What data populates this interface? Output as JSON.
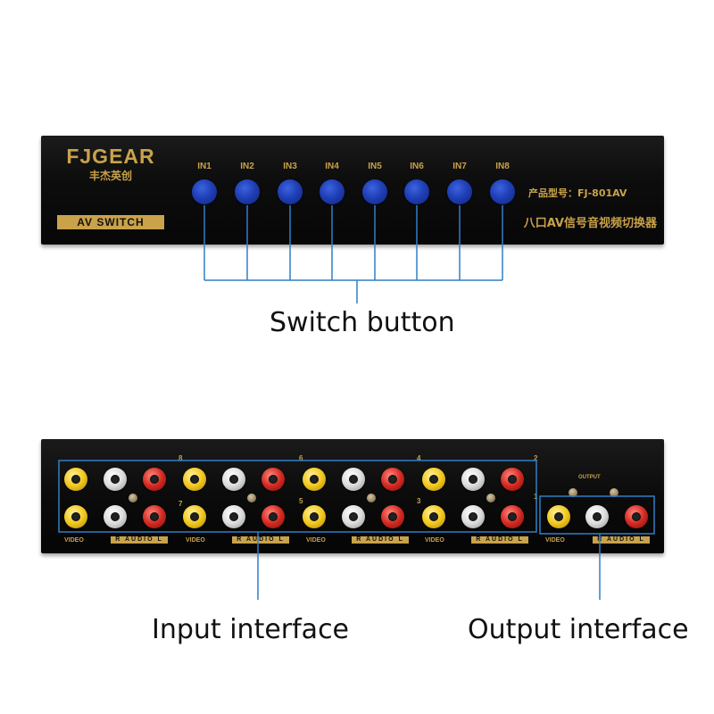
{
  "front": {
    "brand": "FJGEAR",
    "brand_cn": "丰杰英创",
    "av_switch": "AV SWITCH",
    "buttons": [
      "IN1",
      "IN2",
      "IN3",
      "IN4",
      "IN5",
      "IN6",
      "IN7",
      "IN8"
    ],
    "model_label": "产品型号：FJ-801AV",
    "subtitle_cn": "八口AV信号音视频切换器",
    "button_color": "#1f3fb6",
    "label_color": "#c9a24a"
  },
  "callouts": {
    "switch_button": "Switch button",
    "input_interface": "Input interface",
    "output_interface": "Output interface",
    "line_color": "#2f7fc7"
  },
  "rear": {
    "channel_numbers_top": [
      "8",
      "6",
      "4",
      "2"
    ],
    "channel_numbers_bottom": [
      "7",
      "5",
      "3",
      "1"
    ],
    "output_tag": "OUTPUT",
    "video_label": "VIDEO",
    "audio_label": "R  AUDIO  L",
    "rca_colors": {
      "video": "#f2c81d",
      "audio_right": "#d42a22",
      "audio_left": "#dcdcdc"
    }
  }
}
